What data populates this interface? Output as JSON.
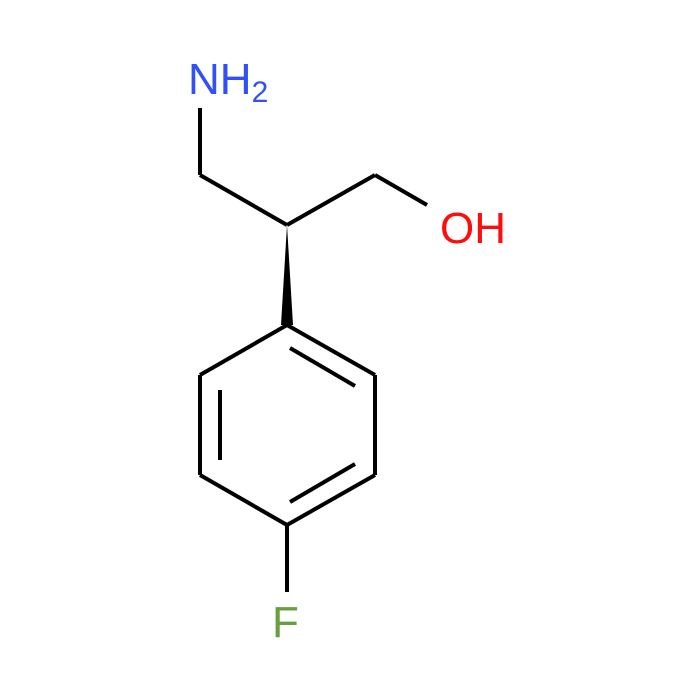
{
  "atoms": {
    "amine": {
      "symbol": "NH",
      "subscript": "2",
      "color": "#3050f8"
    },
    "hydroxyl": {
      "symbol": "OH",
      "color": "#ff0d0d"
    },
    "fluorine": {
      "symbol": "F",
      "color": "#6aa03c"
    }
  },
  "bond_color": "#000000",
  "background": "#ffffff",
  "stereo": "wedge"
}
